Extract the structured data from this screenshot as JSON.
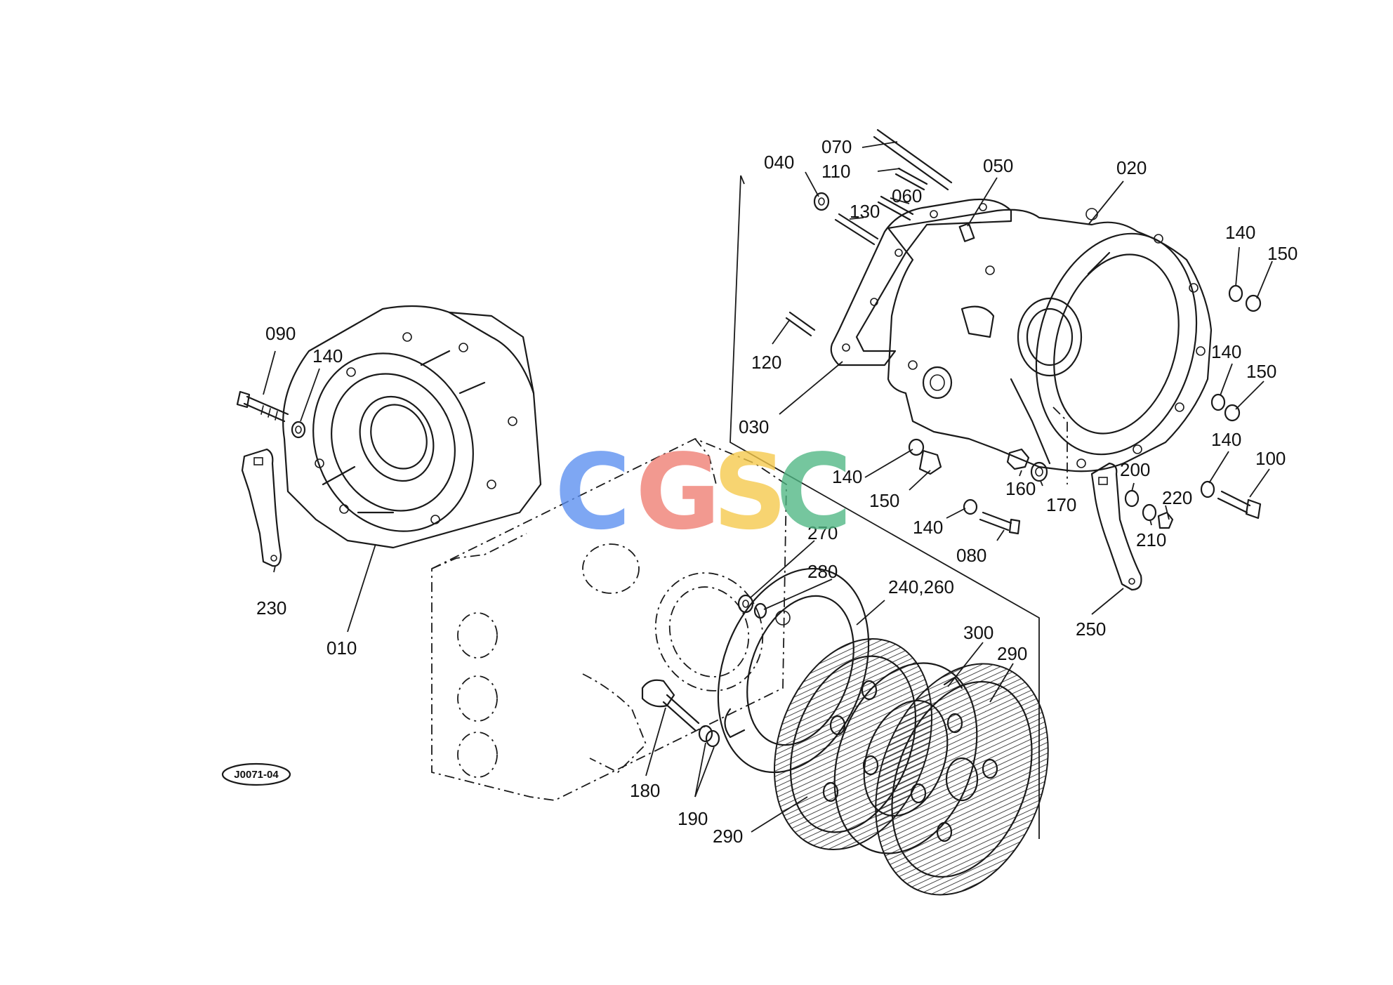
{
  "diagram": {
    "figure_code": "J0071-04",
    "part_labels": [
      {
        "id": "070",
        "text": "070"
      },
      {
        "id": "040",
        "text": "040"
      },
      {
        "id": "110",
        "text": "110"
      },
      {
        "id": "050",
        "text": "050"
      },
      {
        "id": "020",
        "text": "020"
      },
      {
        "id": "060",
        "text": "060"
      },
      {
        "id": "130",
        "text": "130"
      },
      {
        "id": "140a",
        "text": "140"
      },
      {
        "id": "150a",
        "text": "150"
      },
      {
        "id": "120",
        "text": "120"
      },
      {
        "id": "140b",
        "text": "140"
      },
      {
        "id": "150b",
        "text": "150"
      },
      {
        "id": "090",
        "text": "090"
      },
      {
        "id": "140c",
        "text": "140"
      },
      {
        "id": "030",
        "text": "030"
      },
      {
        "id": "140d",
        "text": "140"
      },
      {
        "id": "100",
        "text": "100"
      },
      {
        "id": "140e",
        "text": "140"
      },
      {
        "id": "200",
        "text": "200"
      },
      {
        "id": "160",
        "text": "160"
      },
      {
        "id": "150c",
        "text": "150"
      },
      {
        "id": "170",
        "text": "170"
      },
      {
        "id": "220",
        "text": "220"
      },
      {
        "id": "210",
        "text": "210"
      },
      {
        "id": "140f",
        "text": "140"
      },
      {
        "id": "080",
        "text": "080"
      },
      {
        "id": "270",
        "text": "270"
      },
      {
        "id": "280",
        "text": "280"
      },
      {
        "id": "240_260",
        "text": "240,260"
      },
      {
        "id": "230",
        "text": "230"
      },
      {
        "id": "010",
        "text": "010"
      },
      {
        "id": "250",
        "text": "250"
      },
      {
        "id": "300",
        "text": "300"
      },
      {
        "id": "290a",
        "text": "290"
      },
      {
        "id": "180",
        "text": "180"
      },
      {
        "id": "190",
        "text": "190"
      },
      {
        "id": "290b",
        "text": "290"
      }
    ]
  },
  "watermark": {
    "letters": [
      "C",
      "G",
      "S",
      "C"
    ],
    "colors": [
      "#5b8ff0",
      "#ef7d72",
      "#f6c94a",
      "#4fb784"
    ]
  }
}
